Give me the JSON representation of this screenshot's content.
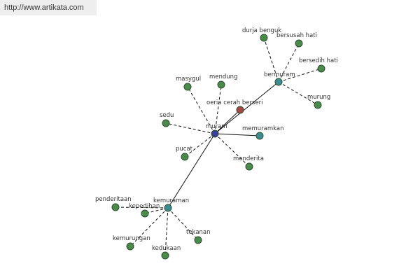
{
  "source_url": "http://www.artikata.com",
  "colors": {
    "leaf": "#4a8a4a",
    "hub": "#3d8c93",
    "center": "#3a3f9a",
    "highlight": "#a84545",
    "edge": "#111111"
  },
  "graph": {
    "center": "muram",
    "nodes": [
      {
        "id": "muram",
        "label": "muram",
        "kind": "center"
      },
      {
        "id": "bermuram",
        "label": "bermuram",
        "kind": "hub"
      },
      {
        "id": "kemuraman",
        "label": "kemuraman",
        "kind": "hub"
      },
      {
        "id": "memuramkan",
        "label": "memuramkan",
        "kind": "hub"
      },
      {
        "id": "oeria",
        "label": "oeria cerah berseri",
        "kind": "highlight"
      },
      {
        "id": "masygul",
        "label": "masygul",
        "kind": "leaf"
      },
      {
        "id": "mendung",
        "label": "mendung",
        "kind": "leaf"
      },
      {
        "id": "sedu",
        "label": "sedu",
        "kind": "leaf"
      },
      {
        "id": "pucat",
        "label": "pucat",
        "kind": "leaf"
      },
      {
        "id": "menderita",
        "label": "menderita",
        "kind": "leaf"
      },
      {
        "id": "durja",
        "label": "durja benguk",
        "kind": "leaf"
      },
      {
        "id": "bersusah",
        "label": "bersusah hati",
        "kind": "leaf"
      },
      {
        "id": "bersedih",
        "label": "bersedih hati",
        "kind": "leaf"
      },
      {
        "id": "murung",
        "label": "murung",
        "kind": "leaf"
      },
      {
        "id": "penderitaan",
        "label": "penderitaan",
        "kind": "leaf"
      },
      {
        "id": "kepedihan",
        "label": "kepedihan",
        "kind": "leaf"
      },
      {
        "id": "kemurungan",
        "label": "kemurungan",
        "kind": "leaf"
      },
      {
        "id": "kedukaan",
        "label": "kedukaan",
        "kind": "leaf"
      },
      {
        "id": "tekanan",
        "label": "tekanan",
        "kind": "leaf"
      }
    ],
    "edges": [
      {
        "from": "muram",
        "to": "bermuram",
        "style": "solid"
      },
      {
        "from": "muram",
        "to": "kemuraman",
        "style": "solid"
      },
      {
        "from": "muram",
        "to": "memuramkan",
        "style": "solid"
      },
      {
        "from": "muram",
        "to": "oeria",
        "style": "solid"
      },
      {
        "from": "muram",
        "to": "masygul",
        "style": "dashed"
      },
      {
        "from": "muram",
        "to": "mendung",
        "style": "dashed"
      },
      {
        "from": "muram",
        "to": "sedu",
        "style": "dashed"
      },
      {
        "from": "muram",
        "to": "pucat",
        "style": "dashed"
      },
      {
        "from": "muram",
        "to": "menderita",
        "style": "dashed"
      },
      {
        "from": "bermuram",
        "to": "durja",
        "style": "dashed"
      },
      {
        "from": "bermuram",
        "to": "bersusah",
        "style": "dashed"
      },
      {
        "from": "bermuram",
        "to": "bersedih",
        "style": "dashed"
      },
      {
        "from": "bermuram",
        "to": "murung",
        "style": "dashed"
      },
      {
        "from": "kemuraman",
        "to": "penderitaan",
        "style": "dashed"
      },
      {
        "from": "kemuraman",
        "to": "kepedihan",
        "style": "dashed"
      },
      {
        "from": "kemuraman",
        "to": "kemurungan",
        "style": "dashed"
      },
      {
        "from": "kemuraman",
        "to": "kedukaan",
        "style": "dashed"
      },
      {
        "from": "kemuraman",
        "to": "tekanan",
        "style": "dashed"
      }
    ]
  }
}
